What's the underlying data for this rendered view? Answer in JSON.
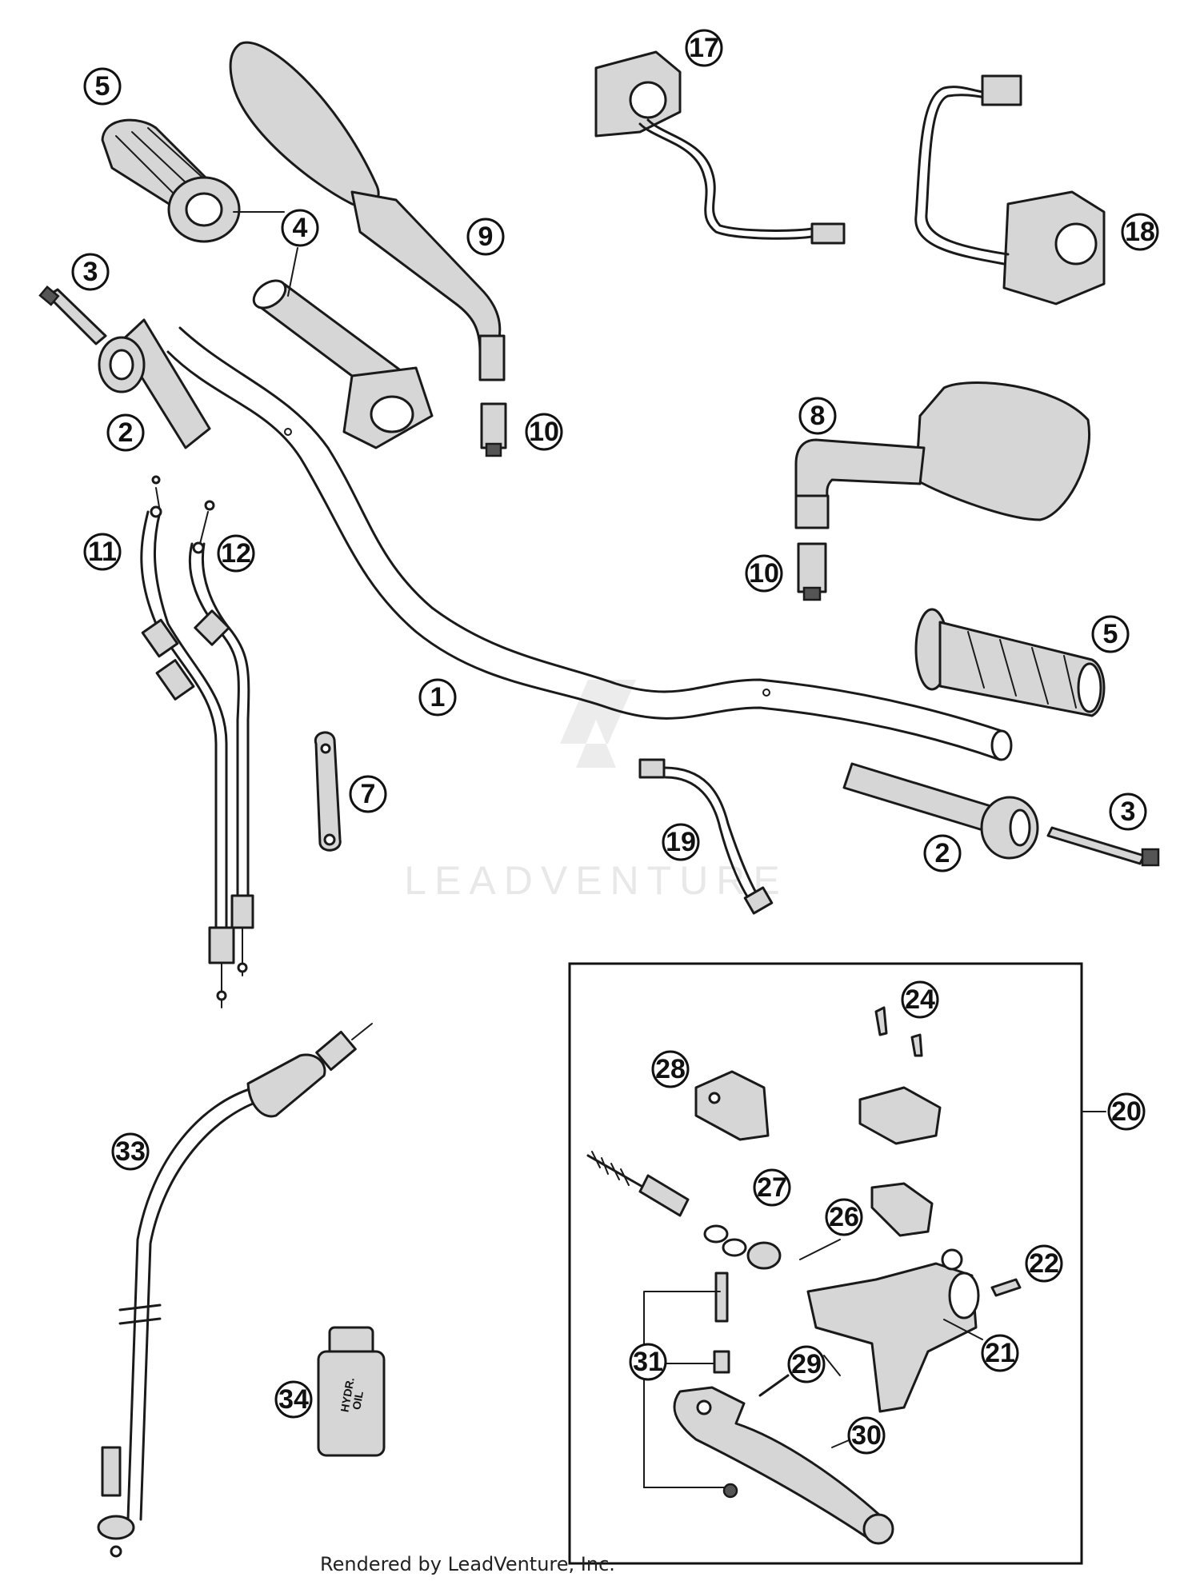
{
  "watermark": "LEADVENTURE",
  "credit": "Rendered by LeadVenture, Inc.",
  "callouts": {
    "c1": "1",
    "c2a": "2",
    "c2b": "2",
    "c3a": "3",
    "c3b": "3",
    "c4": "4",
    "c5a": "5",
    "c5b": "5",
    "c7": "7",
    "c8": "8",
    "c9": "9",
    "c10a": "10",
    "c10b": "10",
    "c11": "11",
    "c12": "12",
    "c17": "17",
    "c18": "18",
    "c19": "19",
    "c20": "20",
    "c21": "21",
    "c22": "22",
    "c24": "24",
    "c26": "26",
    "c27": "27",
    "c28": "28",
    "c29": "29",
    "c30": "30",
    "c31": "31",
    "c33": "33",
    "c34": "34"
  },
  "bottle_label": [
    "HYDR.",
    "OIL"
  ]
}
